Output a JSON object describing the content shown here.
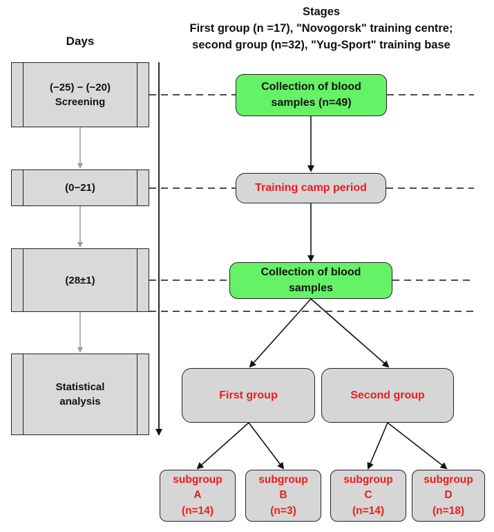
{
  "headers": {
    "days": "Days",
    "stages_title": "Stages",
    "stages_line1": "First group (n =17), \"Novogorsk\" training centre;",
    "stages_line2": "second group (n=32), \"Yug-Sport\" training base"
  },
  "days": [
    {
      "line1": "(−25) − (−20)",
      "line2": "Screening"
    },
    {
      "line1": "(0−21)",
      "line2": ""
    },
    {
      "line1": "(28±1)",
      "line2": ""
    },
    {
      "line1": "Statistical",
      "line2": "analysis"
    }
  ],
  "stages": {
    "collection1": {
      "line1": "Collection of blood",
      "line2": "samples (n=49)"
    },
    "training": "Training camp period",
    "collection2": {
      "line1": "Collection of blood",
      "line2": "samples"
    },
    "first_group": "First group",
    "second_group": "Second group",
    "subgroups": [
      {
        "l1": "subgroup",
        "l2": "A",
        "l3": "(n=14)"
      },
      {
        "l1": "subgroup",
        "l2": "B",
        "l3": "(n=3)"
      },
      {
        "l1": "subgroup",
        "l2": "C",
        "l3": "(n=14)"
      },
      {
        "l1": "subgroup",
        "l2": "D",
        "l3": "(n=18)"
      }
    ]
  },
  "colors": {
    "green": "#66f266",
    "grey": "#d6d6d6",
    "day_box": "#d9d9d9",
    "red_text": "#f01a1a"
  }
}
